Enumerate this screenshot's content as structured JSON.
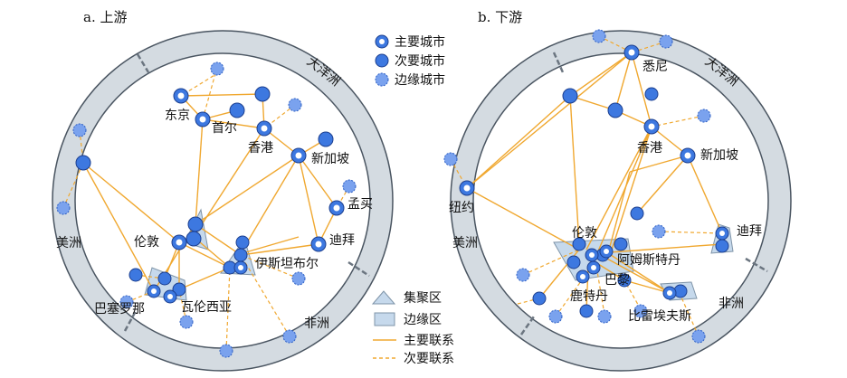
{
  "panels": {
    "upper": {
      "title": "a. 上游",
      "regions": {
        "oceania": "大洋洲",
        "americas": "美洲",
        "africa": "非洲"
      },
      "cities": {
        "tokyo": "东京",
        "seoul": "首尔",
        "hongkong": "香港",
        "singapore": "新加坡",
        "mumbai": "孟买",
        "dubai": "迪拜",
        "istanbul": "伊斯坦布尔",
        "london": "伦敦",
        "valencia": "瓦伦西亚",
        "barcelona": "巴塞罗那"
      }
    },
    "lower": {
      "title": "b. 下游",
      "regions": {
        "oceania": "大洋洲",
        "americas": "美洲",
        "africa": "非洲"
      },
      "cities": {
        "sydney": "悉尼",
        "hongkong": "香港",
        "singapore": "新加坡",
        "newyork": "纽约",
        "dubai": "迪拜",
        "london": "伦敦",
        "amsterdam": "阿姆斯特丹",
        "paris": "巴黎",
        "rotterdam": "鹿特丹",
        "brussels": "比雷埃夫斯"
      }
    }
  },
  "legend": {
    "major_city": "主要城市",
    "secondary_city": "次要城市",
    "edge_city": "边缘城市",
    "cluster_zone": "集聚区",
    "edge_zone": "边缘区",
    "major_link": "主要联系",
    "secondary_link": "次要联系"
  },
  "colors": {
    "ring": "#d4dbe1",
    "ring_stroke": "#4a5561",
    "node_fill": "#3d78e0",
    "node_stroke": "#1c3f8f",
    "edge_fill": "#7aa2ee",
    "major_link": "#f0a830",
    "secondary_link": "#f0a830",
    "zone_fill": "#c6d9ec",
    "zone_stroke": "#7f94a8"
  }
}
